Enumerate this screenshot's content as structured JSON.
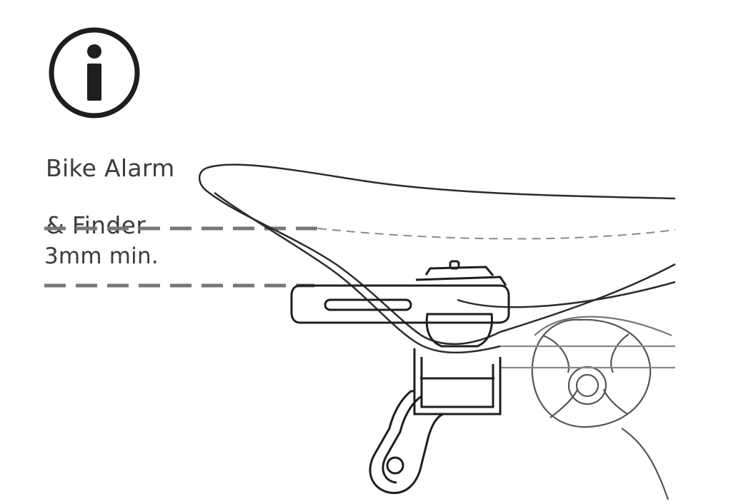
{
  "title": {
    "line1": "Bike Alarm",
    "line2": "& Finder"
  },
  "clearance_label": "3mm min.",
  "icons": {
    "info": "info-icon"
  },
  "colors": {
    "line": "#2b2b2b",
    "dashes": "#777777",
    "text": "#3c3c3c"
  }
}
